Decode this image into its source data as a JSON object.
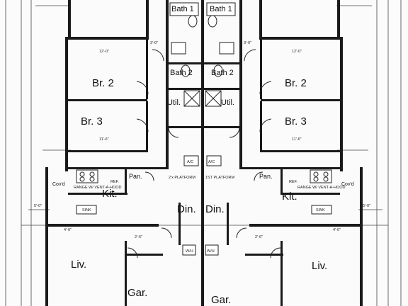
{
  "rooms": {
    "bath_1_left": "Bath 1",
    "bath_1_right": "Bath 1",
    "bath_2_left": "Bath 2",
    "bath_2_right": "Bath 2",
    "br2_left": "Br. 2",
    "br2_right": "Br. 2",
    "br3_left": "Br. 3",
    "br3_right": "Br. 3",
    "util_left": "Util.",
    "util_right": "Util.",
    "kit_left": "Kit.",
    "kit_right": "Kit.",
    "din_left": "Din.",
    "din_right": "Din.",
    "liv_left": "Liv.",
    "liv_right": "Liv.",
    "gar_left": "Gar.",
    "gar_right": "Gar.",
    "pan_left": "Pan.",
    "pan_right": "Pan.",
    "covd_left": "Cov'd",
    "covd_right": "Cov'd"
  },
  "notes": {
    "ac_left": "A/C",
    "ac_right": "A/C",
    "platform_left": "2'x PLATFORM",
    "platform_right": "1ST PLATFORM",
    "range_left": "RANGE W/ VENT-A-HOOD",
    "range_right": "RANGE W/ VENT-A-HOOD",
    "wh_left": "W/H",
    "wh_right": "W/H",
    "sink_left": "SINK",
    "sink_right": "SINK",
    "ref_left": "REF.",
    "ref_right": "REF."
  },
  "dimensions": {
    "d1": "12'-0\"",
    "d2": "11'-6\"",
    "d3": "3'-0\"",
    "d4": "4'-0\"",
    "d5": "5'-0\"",
    "d6": "2'-6\""
  }
}
